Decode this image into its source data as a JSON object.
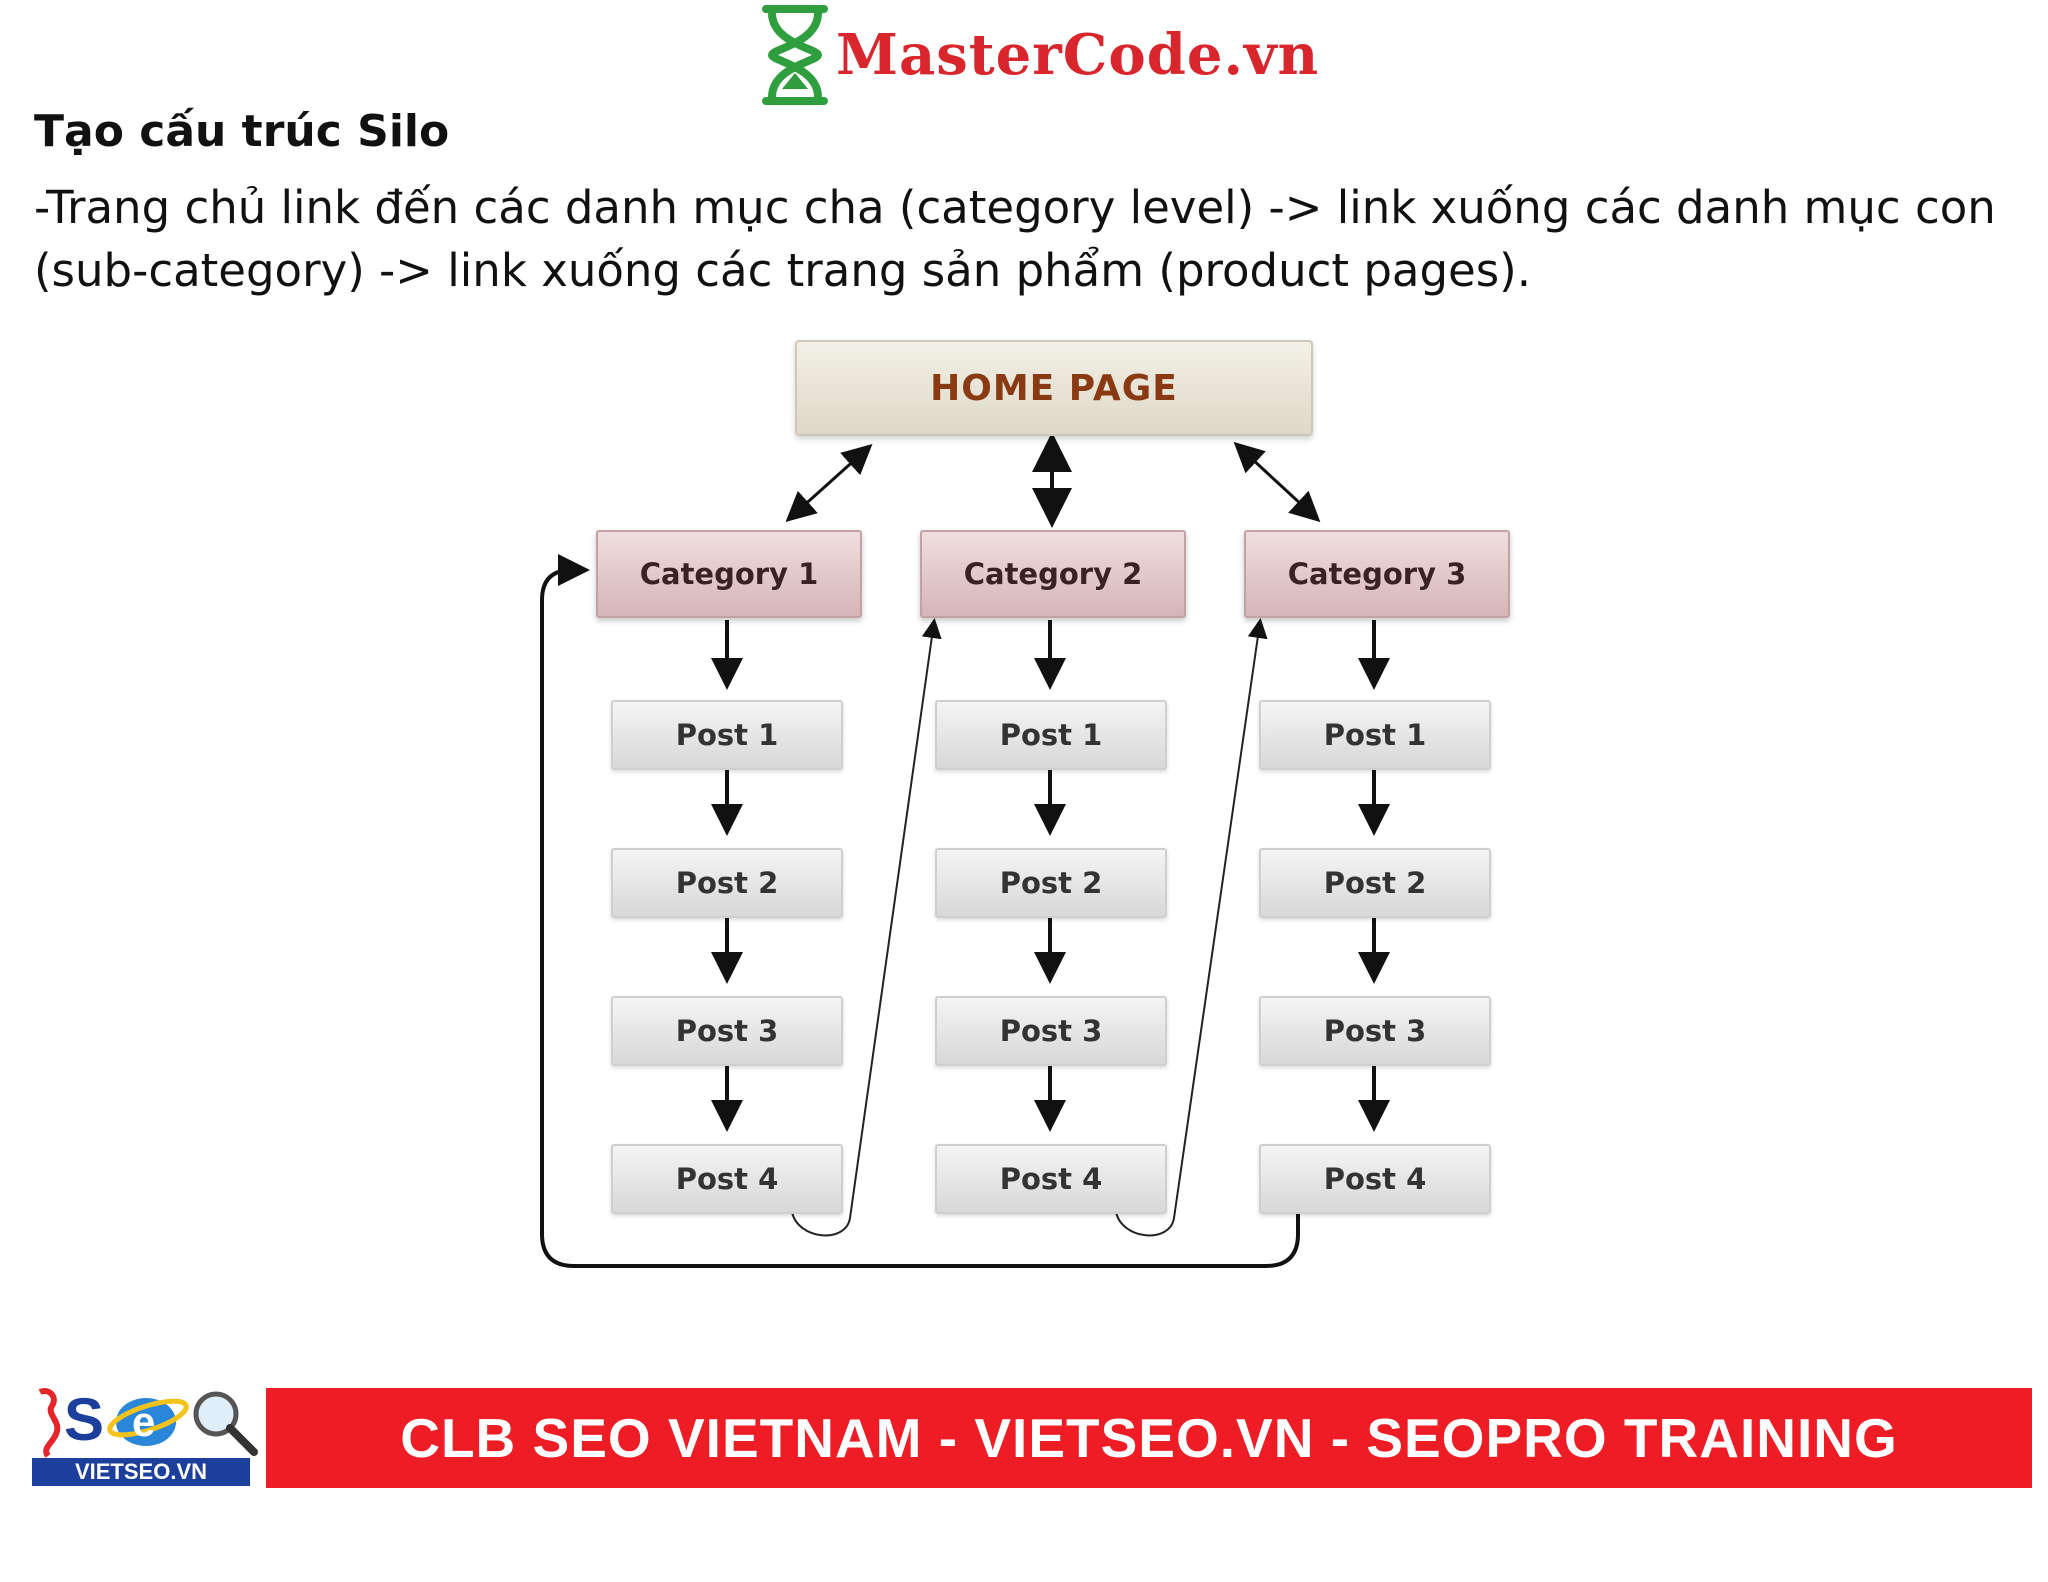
{
  "logo": {
    "brand": "MasterCode.vn",
    "brand_color": "#d8262c",
    "icon": "hourglass-icon"
  },
  "heading": "Tạo cấu trúc Silo",
  "paragraph": "-Trang chủ link đến các danh mục cha (category level) -> link xuống các danh mục con (sub-category) -> link xuống các trang sản phẩm (product pages).",
  "diagram": {
    "home": "HOME PAGE",
    "categories": [
      {
        "label": "Category 1",
        "posts": [
          "Post 1",
          "Post 2",
          "Post 3",
          "Post 4"
        ]
      },
      {
        "label": "Category 2",
        "posts": [
          "Post 1",
          "Post 2",
          "Post 3",
          "Post 4"
        ]
      },
      {
        "label": "Category 3",
        "posts": [
          "Post 1",
          "Post 2",
          "Post 3",
          "Post 4"
        ]
      }
    ]
  },
  "footer": {
    "logo_text": "VIETSEO.VN",
    "banner": "CLB SEO VIETNAM - VIETSEO.VN - SEOPRO TRAINING",
    "banner_color": "#ee1c24"
  }
}
